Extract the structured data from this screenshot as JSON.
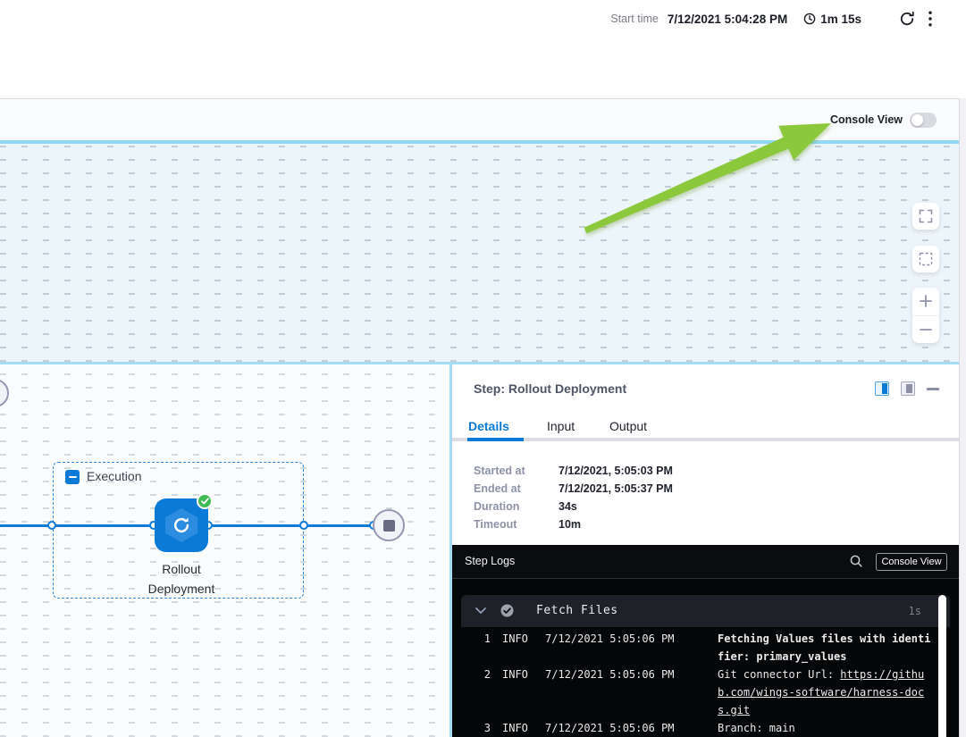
{
  "colors": {
    "accent": "#0278d5",
    "arrow_green": "#8cc83c",
    "success_green": "#3fba54",
    "canvas_line_cyan": "#8ed9f7"
  },
  "header": {
    "start_time_label": "Start time",
    "start_time_value": "7/12/2021 5:04:28 PM",
    "elapsed": "1m 15s"
  },
  "toolbar": {
    "console_view_label": "Console View",
    "console_view_on": false
  },
  "canvas": {
    "execution_group_label": "Execution",
    "node_label": "Rollout Deployment"
  },
  "step_panel": {
    "title": "Step: Rollout Deployment",
    "tabs": [
      {
        "label": "Details",
        "active": true
      },
      {
        "label": "Input",
        "active": false
      },
      {
        "label": "Output",
        "active": false
      }
    ],
    "details": [
      {
        "label": "Started at",
        "value": "7/12/2021, 5:05:03 PM"
      },
      {
        "label": "Ended at",
        "value": "7/12/2021, 5:05:37 PM"
      },
      {
        "label": "Duration",
        "value": "34s"
      },
      {
        "label": "Timeout",
        "value": "10m"
      }
    ]
  },
  "logs": {
    "title": "Step Logs",
    "console_view_button": "Console View",
    "section": {
      "name": "Fetch Files",
      "duration": "1s"
    },
    "rows": [
      {
        "num": "1",
        "level": "INFO",
        "time": "7/12/2021 5:05:06 PM",
        "message": "Fetching Values files with identifier: primary_values",
        "emphasis": true
      },
      {
        "num": "2",
        "level": "INFO",
        "time": "7/12/2021 5:05:06 PM",
        "message_prefix": "Git connector Url: ",
        "link": "https://github.com/wings-software/harness-docs.git"
      },
      {
        "num": "3",
        "level": "INFO",
        "time": "7/12/2021 5:05:06 PM",
        "message": "Branch: main"
      }
    ]
  },
  "icons": [
    "clock-icon",
    "refresh-icon",
    "kebab-menu-icon",
    "console-view-toggle",
    "fullscreen-icon",
    "marquee-select-icon",
    "zoom-in-icon",
    "zoom-out-icon",
    "collapse-minus-icon",
    "success-check-icon",
    "rollout-icon",
    "stop-node-icon",
    "split-pane-icon",
    "split-pane-alt-icon",
    "minimize-icon",
    "search-icon",
    "chevron-down-icon",
    "log-success-icon",
    "green-arrow-annotation"
  ]
}
